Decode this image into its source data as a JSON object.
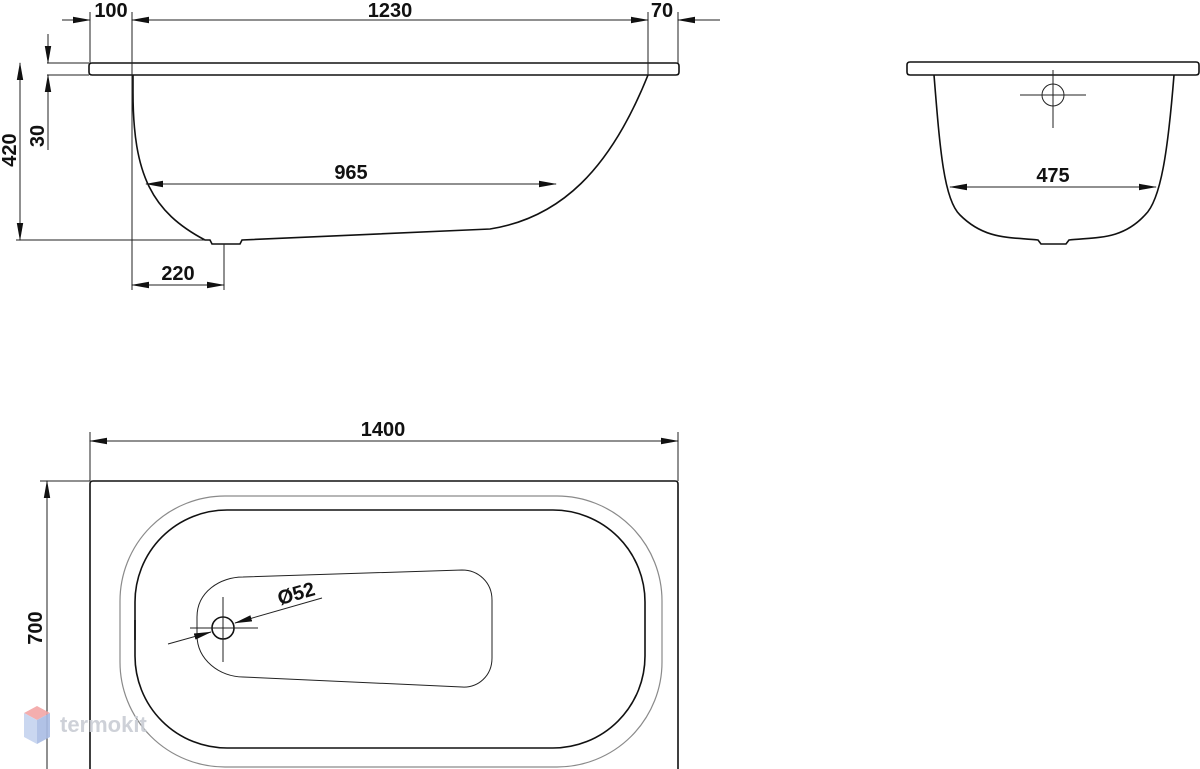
{
  "top_view_dimensions": {
    "left_rim": "100",
    "inner_length": "1230",
    "right_rim": "70",
    "total_height": "420",
    "rim_thickness": "30",
    "bottom_length": "965",
    "drain_offset": "220"
  },
  "end_view_dimensions": {
    "bottom_width": "475"
  },
  "plan_view_dimensions": {
    "overall_length": "1400",
    "overall_width": "700",
    "drain_diameter": "Ø52"
  },
  "watermark": {
    "text": "termokit"
  }
}
